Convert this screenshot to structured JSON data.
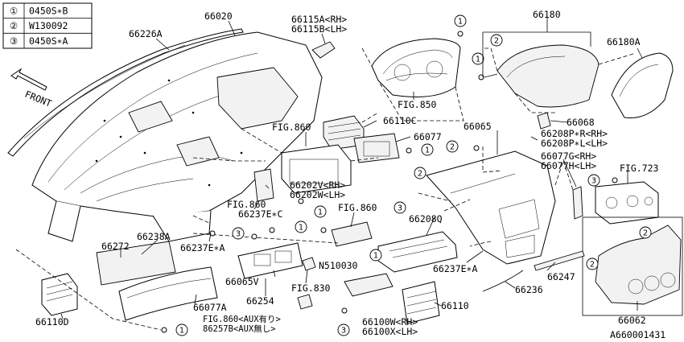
{
  "legend": [
    {
      "num": "①",
      "code": "0450S∗B"
    },
    {
      "num": "②",
      "code": "W130092"
    },
    {
      "num": "③",
      "code": "0450S∗A"
    }
  ],
  "front_label": "FRONT",
  "circle_marks": [
    "1",
    "2",
    "3"
  ],
  "labels": {
    "p66226A": "66226A",
    "p66020": "66020",
    "p66115A": "66115A<RH>",
    "p66115B": "66115B<LH>",
    "p66180": "66180",
    "p66180A": "66180A",
    "fig850": "FIG.850",
    "p66110C": "66110C",
    "fig860a": "FIG.860",
    "p66077": "66077",
    "p66065": "66065",
    "p66068": "66068",
    "p66208P_R": "66208P∗R<RH>",
    "p66208P_L": "66208P∗L<LH>",
    "p66077G": "66077G<RH>",
    "p66077H": "66077H<LH>",
    "fig723": "FIG.723",
    "p66202V": "66202V<RH>",
    "p66202W": "66202W<LH>",
    "fig860b": "FIG.860",
    "p66237E_C": "66237E∗C",
    "fig860c": "FIG.860",
    "p66208Q": "66208Q",
    "p66238A": "66238A",
    "p66272": "66272",
    "p66237E_A1": "66237E∗A",
    "n510030": "N510030",
    "p66237E_A2": "66237E∗A",
    "p66065V": "66065V",
    "fig830": "FIG.830",
    "p66247": "66247",
    "p66254": "66254",
    "p66236": "66236",
    "p66110": "66110",
    "p66077A": "66077A",
    "p66110D": "66110D",
    "fig860_aux": "FIG.860<AUX有り>",
    "p86257B": "86257B<AUX無し>",
    "p66100W": "66100W<RH>",
    "p66100X": "66100X<LH>",
    "p66062": "66062",
    "diagram_id": "A660001431"
  }
}
